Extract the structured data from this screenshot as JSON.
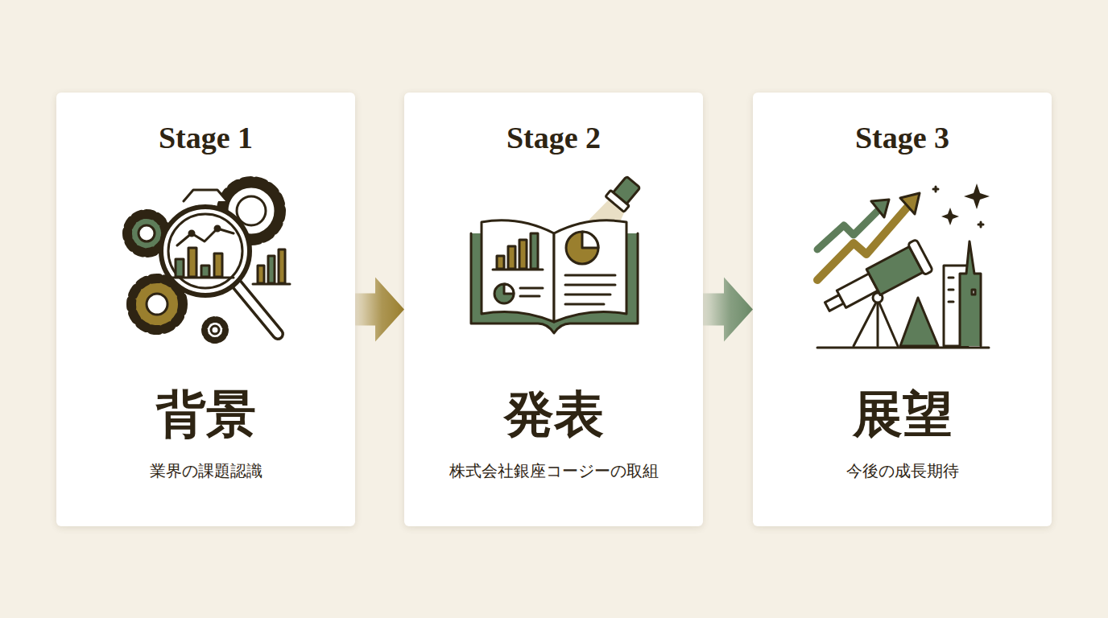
{
  "diagram": {
    "nodes": [
      {
        "text": [
          "Stage 1",
          "背景",
          "業界の課題認識"
        ]
      },
      {
        "text": [
          "Stage 2",
          "発表",
          "株式会社銀座コージーの取組"
        ]
      },
      {
        "text": [
          "Stage 3",
          "展望",
          "今後の成長期待"
        ]
      }
    ],
    "edges": [
      {
        "from": 0,
        "to": 1,
        "arrow": "to"
      },
      {
        "from": 1,
        "to": 2,
        "arrow": "to"
      }
    ]
  }
}
